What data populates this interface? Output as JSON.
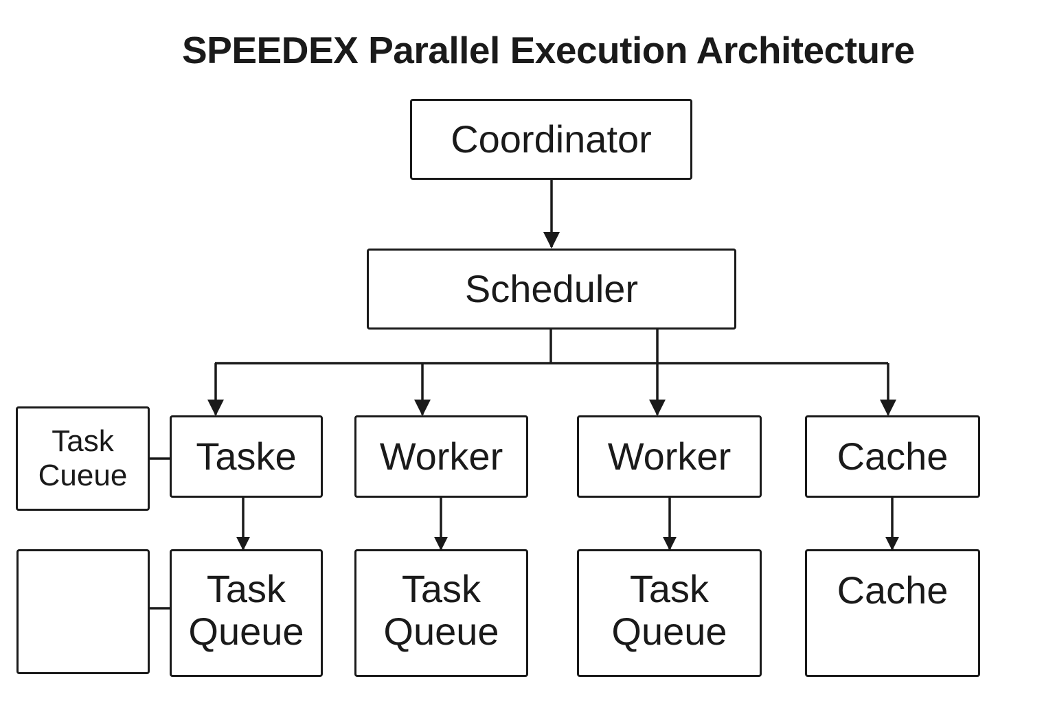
{
  "title": "SPEEDEX Parallel Execution Architecture",
  "nodes": {
    "coordinator": "Coordinator",
    "scheduler": "Scheduler",
    "side_queue": {
      "line1": "Task",
      "line2": "Cueue"
    },
    "side_empty": "",
    "taske": "Taske",
    "worker_1": "Worker",
    "worker_2": "Worker",
    "cache_1": "Cache",
    "queue_1": {
      "line1": "Task",
      "line2": "Queue"
    },
    "queue_2": {
      "line1": "Task",
      "line2": "Queue"
    },
    "queue_3": {
      "line1": "Task",
      "line2": "Queue"
    },
    "cache_2": "Cache"
  },
  "colors": {
    "stroke": "#1a1a1a",
    "background": "#ffffff"
  }
}
